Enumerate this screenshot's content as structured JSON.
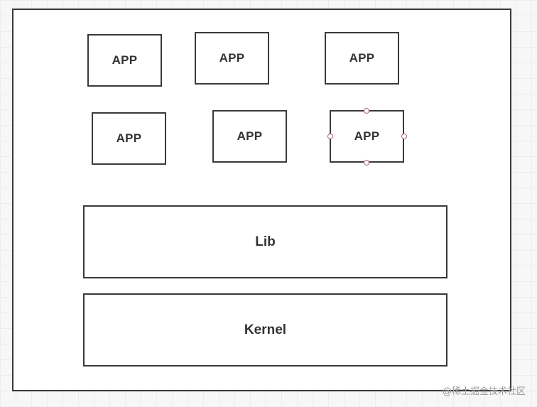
{
  "diagram": {
    "app_labels": [
      "APP",
      "APP",
      "APP",
      "APP",
      "APP",
      "APP"
    ],
    "lib_label": "Lib",
    "kernel_label": "Kernel",
    "selected_app_index": 5
  },
  "watermark": "@稀土掘金技术社区"
}
